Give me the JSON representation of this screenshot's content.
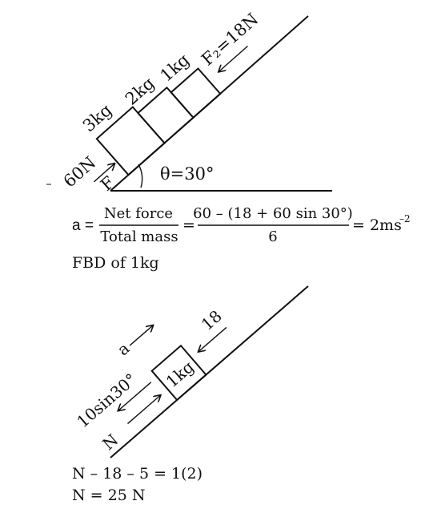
{
  "top_diagram": {
    "force_right": "F₂=18N",
    "mass_1": "1kg",
    "mass_2": "2kg",
    "mass_3": "3kg",
    "force_left": "60N",
    "force_symbol": "F",
    "angle": "θ=30°"
  },
  "equation": {
    "lhs": "a =",
    "frac1_num": "Net force",
    "frac1_den": "Total mass",
    "eq2": "=",
    "frac2_num": "60 – (18 + 60 sin 30°)",
    "frac2_den": "6",
    "rhs": "= 2ms",
    "rhs_exp": "–2"
  },
  "fbd_title": "FBD of 1kg",
  "bottom_diagram": {
    "block_label": "1kg",
    "accel_label": "a",
    "force_18": "18",
    "gravity_label": "10sin30°",
    "normal_label": "N"
  },
  "result": {
    "line1": "N – 18 – 5 = 1(2)",
    "line2": "N = 25 N"
  }
}
